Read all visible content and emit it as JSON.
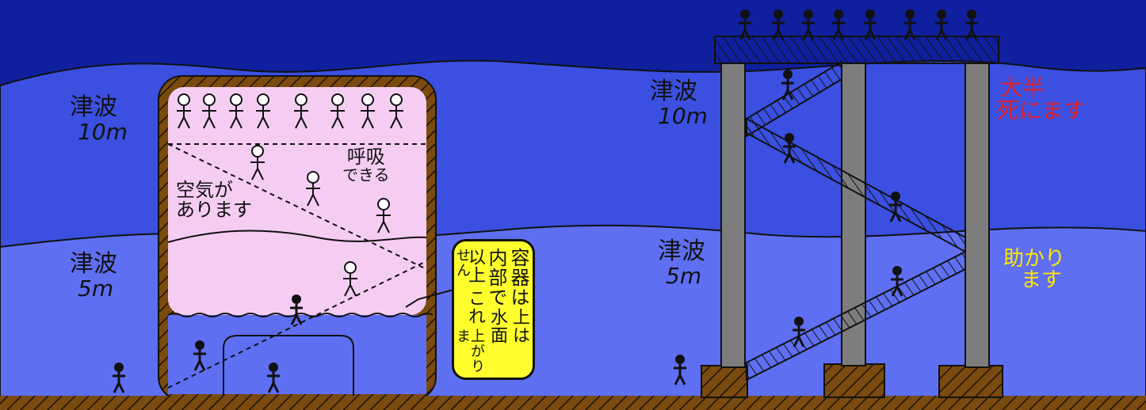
{
  "labels": {
    "tsunami_10m_left": [
      "津波",
      "10m"
    ],
    "tsunami_5m_left": [
      "津波",
      "5m"
    ],
    "air_present": [
      "空気が",
      "あります"
    ],
    "can_breathe": [
      "呼吸",
      "できる"
    ],
    "tsunami_10m_right": [
      "津波",
      "10m"
    ],
    "tsunami_5m_right": [
      "津波",
      "5m"
    ],
    "most_die": [
      "大半",
      "死にます"
    ],
    "saved": [
      "助かり",
      "ます"
    ]
  },
  "note_columns": [
    "容器は",
    "内部で",
    "上は",
    "以上",
    "これ",
    "水面",
    "上がりま",
    "せん"
  ],
  "colors": {
    "sky_dark": "#0f1f9e",
    "wave_10m": "#3b4fe0",
    "wave_5m": "#5f6ff2",
    "air_pocket": "#f6cdf2",
    "ground": "#7a4a0e",
    "tower": "#7d7d7d",
    "note_bg": "#ffff2e",
    "warning_red": "#e0202a",
    "safe_yellow": "#ffe600"
  }
}
